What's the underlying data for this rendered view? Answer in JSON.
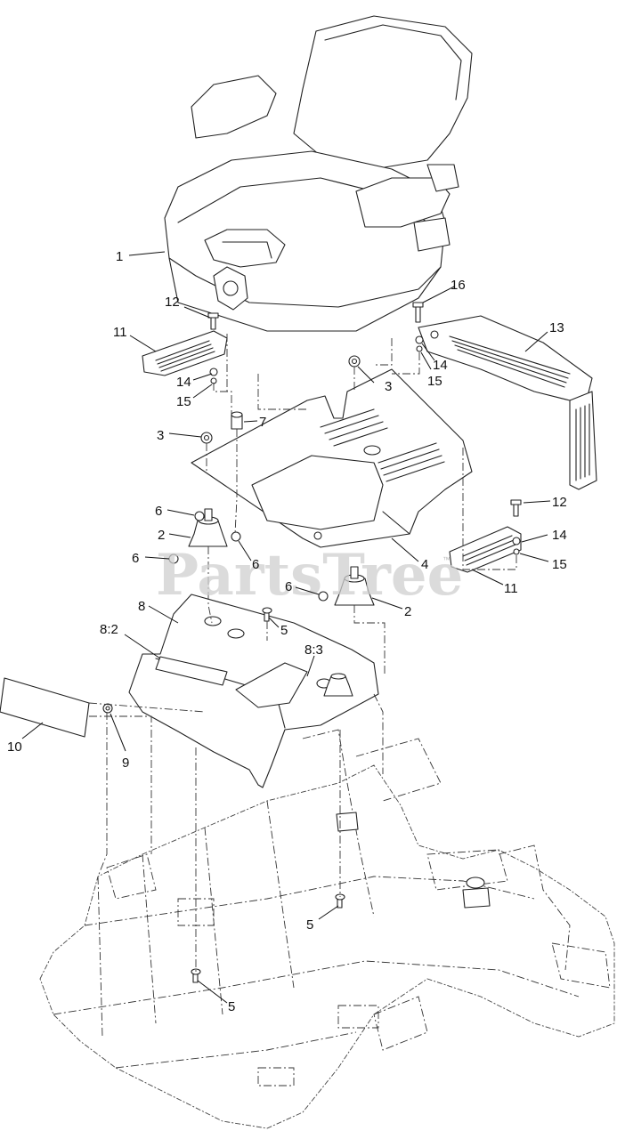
{
  "watermark": {
    "text": "PartsTree",
    "mark": "™"
  },
  "callouts": [
    {
      "id": "c1",
      "text": "1"
    },
    {
      "id": "c12a",
      "text": "12"
    },
    {
      "id": "c11a",
      "text": "11"
    },
    {
      "id": "c14a",
      "text": "14"
    },
    {
      "id": "c15a",
      "text": "15"
    },
    {
      "id": "c16",
      "text": "16"
    },
    {
      "id": "c13",
      "text": "13"
    },
    {
      "id": "c14b",
      "text": "14"
    },
    {
      "id": "c15b",
      "text": "15"
    },
    {
      "id": "c3a",
      "text": "3"
    },
    {
      "id": "c7",
      "text": "7"
    },
    {
      "id": "c3b",
      "text": "3"
    },
    {
      "id": "c12b",
      "text": "12"
    },
    {
      "id": "c6a",
      "text": "6"
    },
    {
      "id": "c2a",
      "text": "2"
    },
    {
      "id": "c14c",
      "text": "14"
    },
    {
      "id": "c15c",
      "text": "15"
    },
    {
      "id": "c6b",
      "text": "6"
    },
    {
      "id": "c6c",
      "text": "6"
    },
    {
      "id": "c4",
      "text": "4"
    },
    {
      "id": "c11b",
      "text": "11"
    },
    {
      "id": "c6d",
      "text": "6"
    },
    {
      "id": "c2b",
      "text": "2"
    },
    {
      "id": "c8",
      "text": "8"
    },
    {
      "id": "c5a",
      "text": "5"
    },
    {
      "id": "c82",
      "text": "8:2"
    },
    {
      "id": "c83",
      "text": "8:3"
    },
    {
      "id": "c10",
      "text": "10"
    },
    {
      "id": "c9",
      "text": "9"
    },
    {
      "id": "c5b",
      "text": "5"
    },
    {
      "id": "c5c",
      "text": "5"
    }
  ]
}
